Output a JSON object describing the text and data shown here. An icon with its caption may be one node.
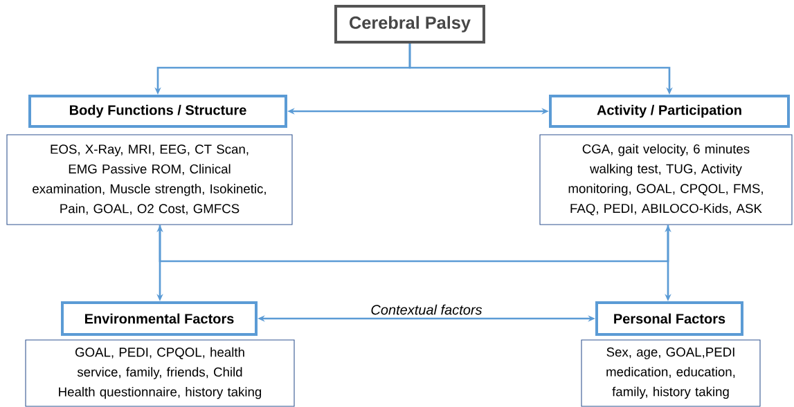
{
  "diagram": {
    "nodes": [
      {
        "text": [
          "Cerebral Palsy"
        ]
      },
      {
        "text": [
          "Body Functions / Structure"
        ]
      },
      {
        "text": [
          "EOS, X-Ray, MRI, EEG, CT Scan, EMG Passive ROM, Clinical examination, Muscle strength, Isokinetic, Pain, GOAL, O2 Cost, GMFCS"
        ]
      },
      {
        "text": [
          "Activity / Participation"
        ]
      },
      {
        "text": [
          "CGA, gait velocity, 6 minutes walking test, TUG, Activity monitoring, GOAL, CPQOL, FMS, FAQ, PEDI, ABILOCO-Kids, ASK"
        ]
      },
      {
        "text": [
          "Environmental Factors"
        ]
      },
      {
        "text": [
          "GOAL, PEDI, CPQOL, health service, family, friends, Child Health questionnaire, history taking"
        ]
      },
      {
        "text": [
          "Personal Factors"
        ]
      },
      {
        "text": [
          "Sex, age, GOAL,PEDI medication, education, family, history taking"
        ]
      }
    ],
    "edges": [
      {
        "from": 0,
        "to": 1,
        "arrow": "to"
      },
      {
        "from": 0,
        "to": 3,
        "arrow": "to"
      },
      {
        "from": 1,
        "to": 3,
        "arrow": "both"
      },
      {
        "from": 2,
        "to": 5,
        "arrow": "both"
      },
      {
        "from": 4,
        "to": 7,
        "arrow": "both"
      },
      {
        "from": 2,
        "to": 4,
        "arrow": "none"
      },
      {
        "from": 5,
        "to": 7,
        "arrow": "both",
        "label": "Contextual factors"
      }
    ]
  }
}
